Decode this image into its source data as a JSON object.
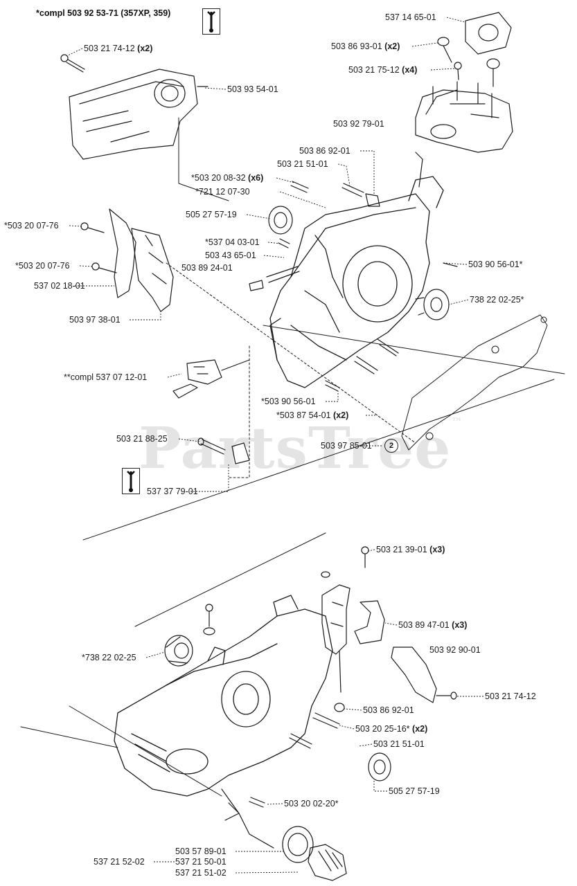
{
  "header": {
    "compl_top": "*compl 503 92 53-71 (357XP, 359)"
  },
  "watermark": {
    "text": "PartsTree",
    "mark": "™"
  },
  "icons": {
    "wrench_top": "wrench-icon",
    "wrench_mid": "wrench-icon"
  },
  "callout": {
    "number": "2"
  },
  "labels": {
    "l01": "537 14 65-01",
    "l02": "503 86 93-01",
    "l02q": "(x2)",
    "l03": "503 21 75-12",
    "l03q": "(x4)",
    "l04": "503 21 74-12",
    "l04q": "(x2)",
    "l05": "503 93 54-01",
    "l06": "503 92 79-01",
    "l07": "503 86 92-01",
    "l08": "503 21 51-01",
    "l09": "*503 20 08-32",
    "l09q": "(x6)",
    "l10": "*721 12 07-30",
    "l11": "505 27 57-19",
    "l12": "*503 20 07-76",
    "l13": "*537 04 03-01",
    "l14": "503 43 65-01",
    "l15": "*503 20 07-76",
    "l16": "503 89 24-01",
    "l17": "503 90 56-01*",
    "l18": "537 02 18-01",
    "l19": "738 22 02-25*",
    "l20": "503 97 38-01",
    "l21": "**compl 537 07 12-01",
    "l22": "*503 90 56-01",
    "l23": "*503 87 54-01",
    "l23q": "(x2)",
    "l24": "503 21 88-25",
    "l25": "503 97 85-01",
    "l26": "537 37 79-01",
    "l27": "503 21 39-01",
    "l27q": "(x3)",
    "l28": "503 89 47-01",
    "l28q": "(x3)",
    "l29": "503 92 90-01",
    "l30": "*738 22 02-25",
    "l31": "503 21 74-12",
    "l32": "503 86 92-01",
    "l33": "503 20 25-16*",
    "l33q": "(x2)",
    "l34": "503 21 51-01",
    "l35": "505 27 57-19",
    "l36": "503 20 02-20*",
    "l37": "503 57 89-01",
    "l38": "537 21 52-02",
    "l39": "537 21 50-01",
    "l40": "537 21 51-02"
  }
}
